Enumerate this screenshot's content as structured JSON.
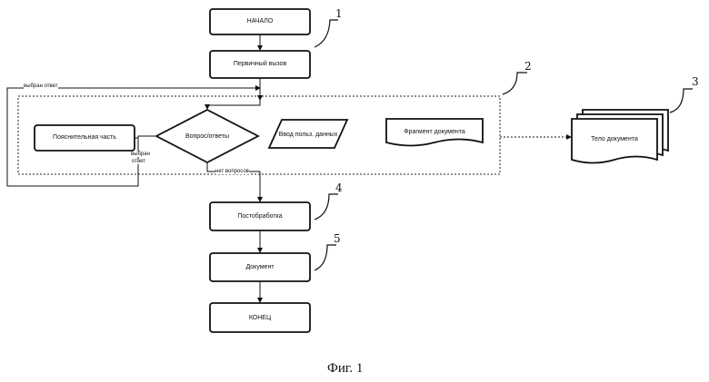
{
  "diagram": {
    "nodes": {
      "start": "НАЧАЛО",
      "primary_call": "Первичный вызов",
      "explanatory": "Пояснительная часть",
      "question": "Вопрос/ответы",
      "user_input": "Ввод польз. данных",
      "fragment": "Фрагмент документа",
      "doc_body": "Тело документа",
      "postprocess": "Постобработка",
      "document": "Документ",
      "end": "КОНЕЦ"
    },
    "edge_labels": {
      "answer_selected_top": "выбран ответ",
      "answer_selected_side_1": "выбран",
      "answer_selected_side_2": "ответ",
      "no_questions": "нет вопросов"
    },
    "callouts": [
      "1",
      "2",
      "3",
      "4",
      "5"
    ],
    "caption": "Фиг. 1"
  }
}
